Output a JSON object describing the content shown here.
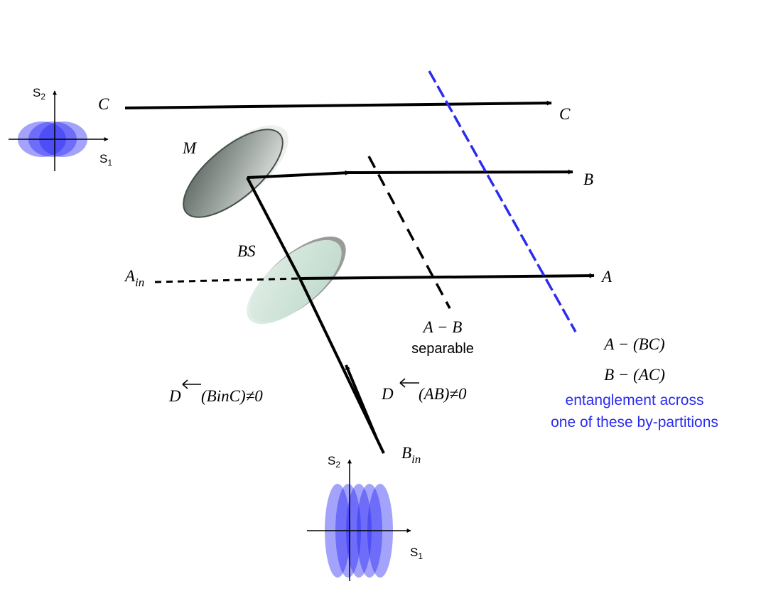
{
  "colors": {
    "beam": "#000000",
    "blue_accent": "#2b2bf0",
    "ellipse_fill": "#2323f5",
    "mirror": "#56605a",
    "beam_splitter": "#cfe6da"
  },
  "labels": {
    "beam_c_left": "C",
    "beam_c_right": "C",
    "beam_b_out": "B",
    "beam_a_out": "A",
    "mirror": "M",
    "beam_splitter": "BS",
    "a_in_main": "A",
    "a_in_sub": "in",
    "b_in_main": "B",
    "b_in_sub": "in"
  },
  "annotations": {
    "ab_pair": "A − B",
    "ab_separable": "separable",
    "a_bc": "A − (BC)",
    "b_ac": "B − (AC)",
    "entanglement_line1": "entanglement across",
    "entanglement_line2": "one of these by-partitions",
    "d_left_letter": "D",
    "d_left_expr": "(BinC)≠0",
    "d_right_letter": "D",
    "d_right_expr": "(AB)≠0"
  },
  "axes": {
    "top_left": {
      "y_label": "S",
      "y_sub": "2",
      "x_label": "S",
      "x_sub": "1"
    },
    "bottom": {
      "y_label": "S",
      "y_sub": "2",
      "x_label": "S",
      "x_sub": "1"
    }
  },
  "icons": {
    "d_left_arrow": "left-arrow-icon",
    "d_right_arrow": "left-arrow-icon"
  }
}
